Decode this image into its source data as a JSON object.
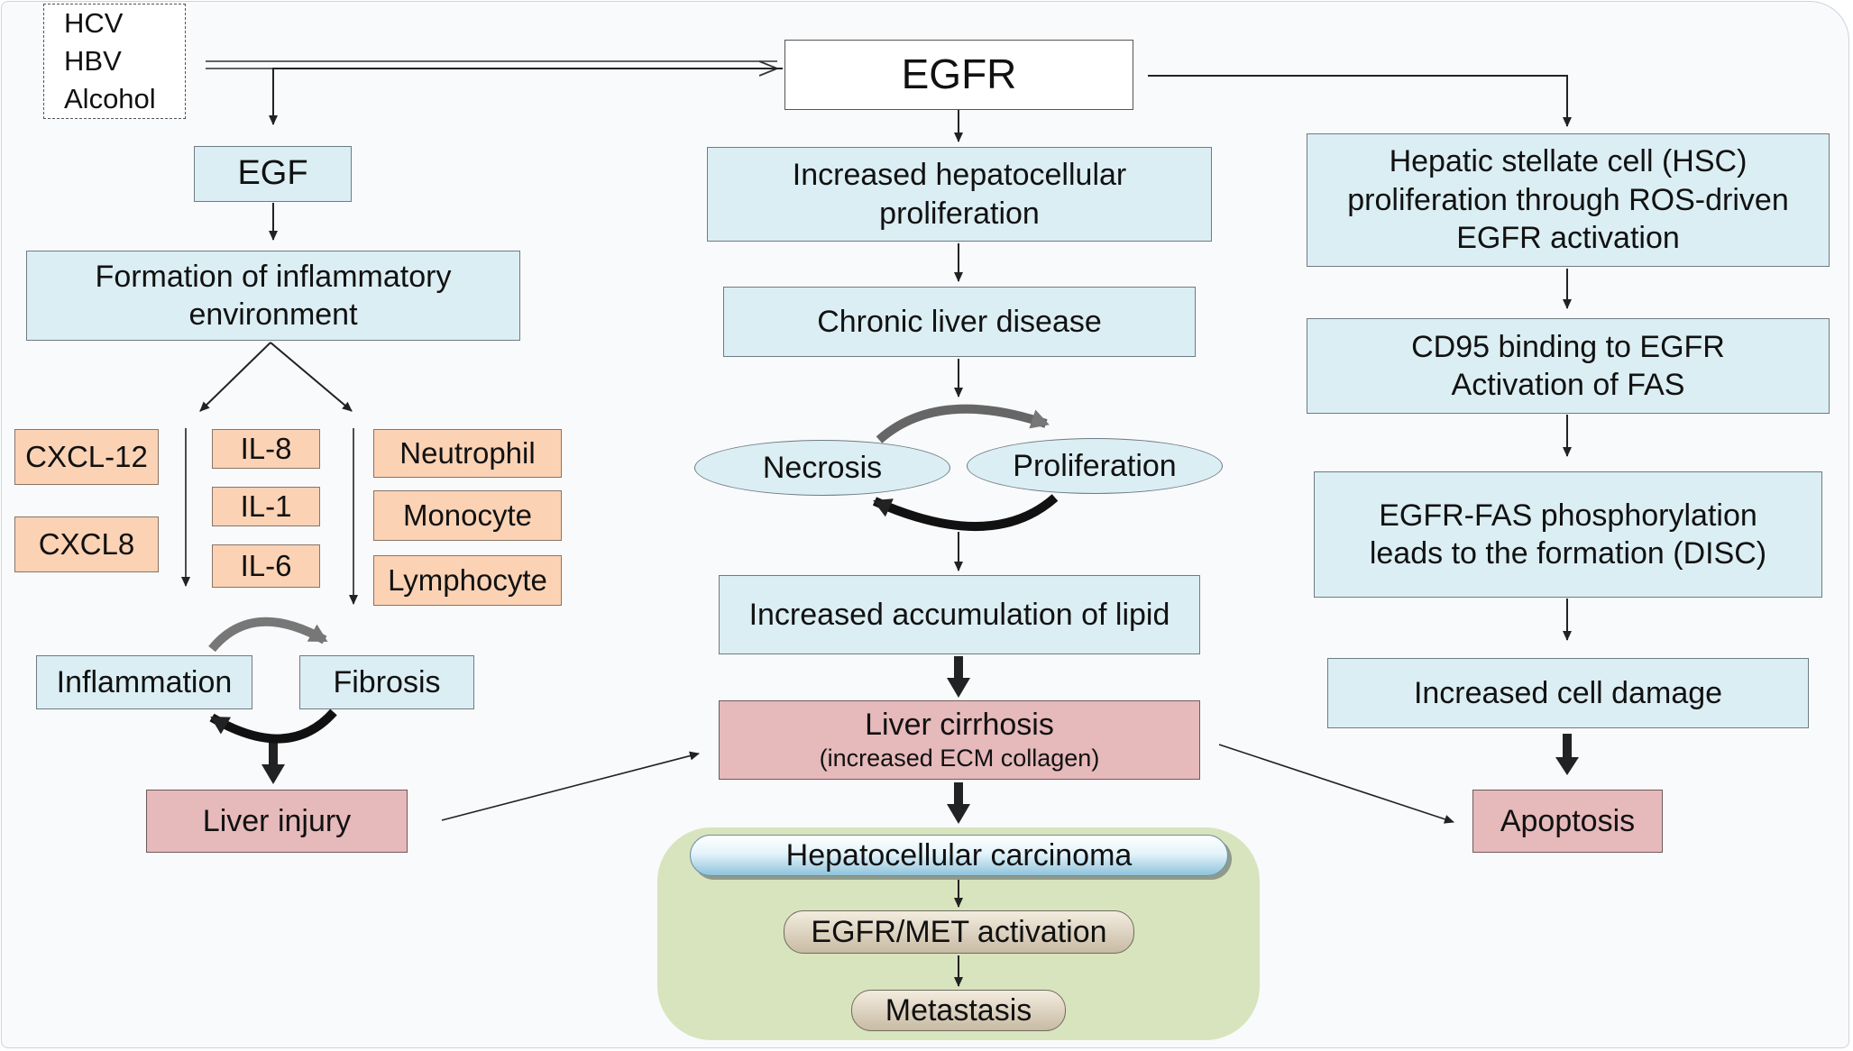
{
  "risk_factors": [
    "HCV",
    "HBV",
    "Alcohol"
  ],
  "egfr": "EGFR",
  "left": {
    "egf": "EGF",
    "inflammatory": [
      "Formation of inflammatory",
      "environment"
    ],
    "cytokines_col1": [
      "CXCL-12",
      "CXCL8"
    ],
    "cytokines_col2": [
      "IL-8",
      "IL-1",
      "IL-6"
    ],
    "cells": [
      "Neutrophil",
      "Monocyte",
      "Lymphocyte"
    ],
    "inflammation": "Inflammation",
    "fibrosis": "Fibrosis",
    "liver_injury": "Liver injury"
  },
  "center": {
    "proliferation_box": [
      "Increased hepatocellular",
      "proliferation"
    ],
    "chronic": "Chronic liver disease",
    "necrosis": "Necrosis",
    "proliferation": "Proliferation",
    "lipid": "Increased accumulation of lipid",
    "cirrhosis": "Liver cirrhosis",
    "cirrhosis_sub": "(increased ECM collagen)",
    "hcc": "Hepatocellular carcinoma",
    "met": "EGFR/MET activation",
    "metastasis": "Metastasis"
  },
  "right": {
    "hsc": [
      "Hepatic stellate cell (HSC)",
      "proliferation through ROS-driven",
      "EGFR activation"
    ],
    "cd95": [
      "CD95 binding to EGFR",
      "Activation of FAS"
    ],
    "disc": [
      "EGFR-FAS phosphorylation",
      "leads to the formation (DISC)"
    ],
    "damage": "Increased cell damage",
    "apoptosis": "Apoptosis"
  },
  "colors": {
    "blue_box": "#dbeef3",
    "pink_box": "#e6b9bb",
    "orange_box": "#fbd2b4",
    "hcc_panel": "#d8e4bd",
    "arrow": "#222222"
  }
}
